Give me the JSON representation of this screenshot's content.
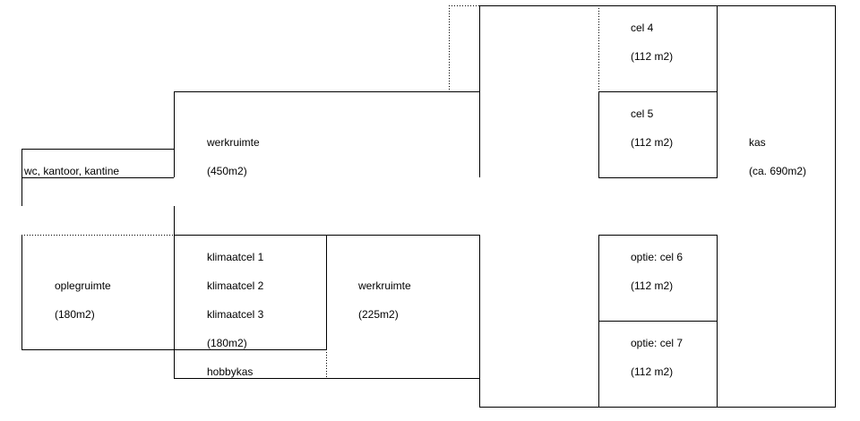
{
  "rooms": {
    "wc_kantoor": {
      "name": "wc, kantoor, kantine"
    },
    "werkruimte_large": {
      "name": "werkruimte",
      "area": "(450m2)"
    },
    "oplegruimte": {
      "name": "oplegruimte",
      "area": "(180m2)"
    },
    "klimaatcellen": {
      "names": [
        "klimaatcel 1",
        "klimaatcel 2",
        "klimaatcel 3"
      ],
      "area": "(180m2)"
    },
    "hobbykas": {
      "name": "hobbykas"
    },
    "werkruimte_small": {
      "name": "werkruimte",
      "area": "(225m2)"
    },
    "cel4": {
      "name": "cel 4",
      "area": "(112 m2)"
    },
    "cel5": {
      "name": "cel 5",
      "area": "(112 m2)"
    },
    "cel6": {
      "name": "optie: cel 6",
      "area": "(112 m2)"
    },
    "cel7": {
      "name": "optie: cel 7",
      "area": "(112 m2)"
    },
    "kas": {
      "name": "kas",
      "area": "(ca. 690m2)"
    }
  },
  "colors": {
    "line": "#000000",
    "background": "#ffffff"
  }
}
